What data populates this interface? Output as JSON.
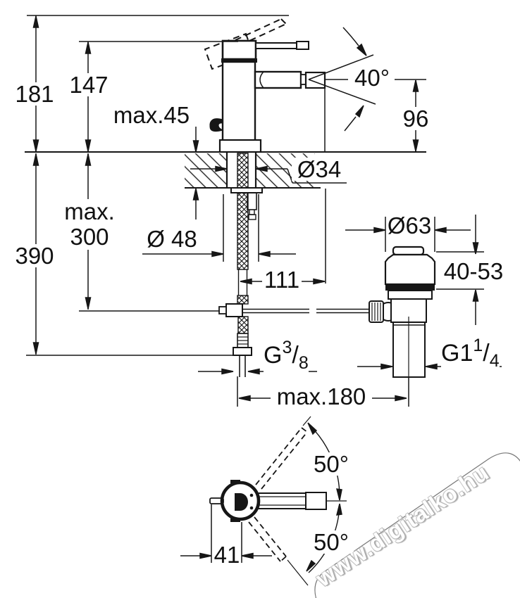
{
  "colors": {
    "line": "#161616",
    "watermark_fill": "#ffffff",
    "watermark_edge": "#aaaaaa"
  },
  "labels": {
    "h181": "181",
    "h147": "147",
    "max45": "max.45",
    "angle40": "40°",
    "h96": "96",
    "dia34": "Ø34",
    "max300_l1": "max.",
    "max300_l2": "300",
    "h390": "390",
    "dia48": "Ø 48",
    "w111": "111",
    "dia63": "Ø63",
    "r4053": "40-53",
    "g38": {
      "base": "G",
      "sup": "3",
      "slash": "/",
      "sub": "8"
    },
    "g114": {
      "base": "G1",
      "sup": "1",
      "slash": "/",
      "sub": "4"
    },
    "max180": "max.180",
    "angle50_top": "50°",
    "angle50_bottom": "50°",
    "w41": "41"
  },
  "watermark": {
    "text": "www.digitalko.hu"
  }
}
